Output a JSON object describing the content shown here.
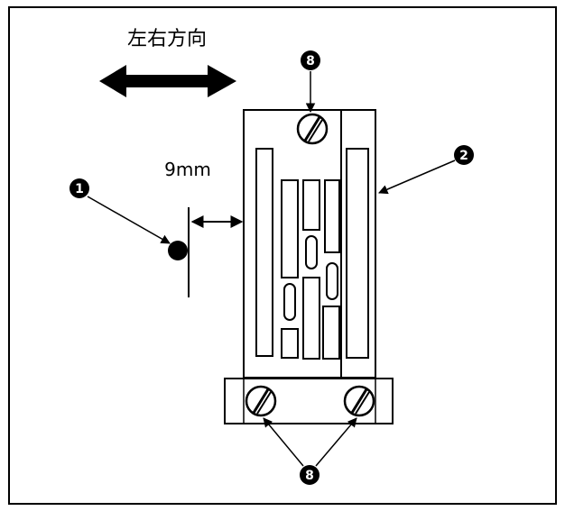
{
  "direction_label": "左右方向",
  "distance_label": "9mm",
  "callouts": {
    "needle": "1",
    "feed_dog": "2",
    "screw_top": "8",
    "screws_bottom": "8"
  },
  "colors": {
    "line": "#000000",
    "background": "#ffffff"
  }
}
